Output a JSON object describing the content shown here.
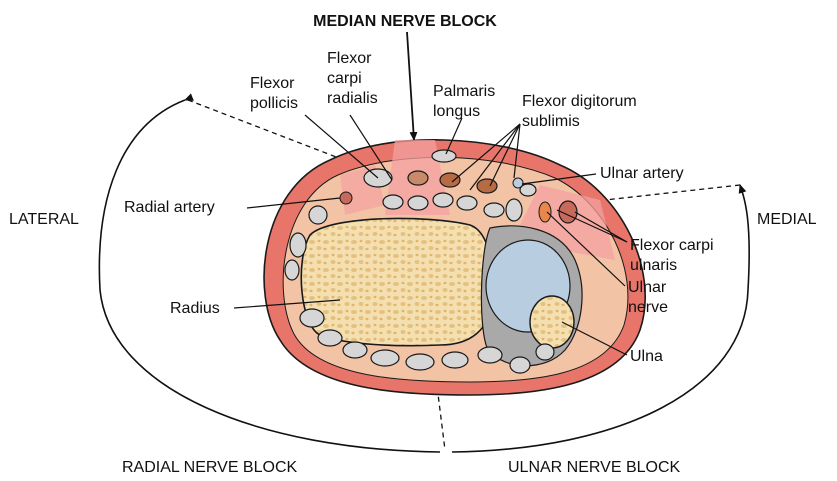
{
  "figure": {
    "title": "MEDIAN NERVE BLOCK",
    "side_left": "LATERAL",
    "side_right": "MEDIAL",
    "bottom_left": "RADIAL NERVE BLOCK",
    "bottom_right": "ULNAR NERVE BLOCK"
  },
  "labels": {
    "flexor_pollicis": [
      "Flexor",
      "pollicis"
    ],
    "flexor_carpi_radialis": [
      "Flexor",
      "carpi",
      "radialis"
    ],
    "palmaris_longus": [
      "Palmaris",
      "longus"
    ],
    "flexor_digitorum_sublimis": [
      "Flexor digitorum",
      "sublimis"
    ],
    "ulnar_artery": "Ulnar artery",
    "radial_artery": "Radial artery",
    "flexor_carpi_ulnaris": [
      "Flexor carpi",
      "ulnaris"
    ],
    "radius": "Radius",
    "ulnar_nerve": [
      "Ulnar",
      "nerve"
    ],
    "ulna": "Ulna"
  },
  "colors": {
    "skin_outer": "#e8756a",
    "fat_layer": "#f3c3a6",
    "pink_zone": "#f4a0a0",
    "tendon_fill": "#d6d6d6",
    "bone_fill": "#f3dfb0",
    "bone_spot": "#e6c07f",
    "capsule_gray": "#a9a9a9",
    "cyst_blue": "#b9cde0",
    "muscle_brown": "#b76b45",
    "outline": "#1a1a1a"
  }
}
